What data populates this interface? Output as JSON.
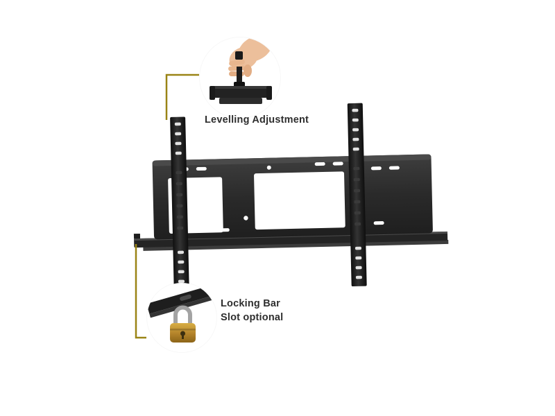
{
  "image": {
    "description_title": "",
    "background_color": "#ffffff"
  },
  "annotations": {
    "levelling": {
      "label": "Levelling Adjustment"
    },
    "locking": {
      "label_line1": "Locking Bar",
      "label_line2": "Slot optional"
    }
  },
  "icons": {
    "hand_inset": "hand-adjusting-levelling-screw-icon",
    "padlock_inset": "brass-padlock-on-locking-bar-icon"
  },
  "colors": {
    "callout_line": "#9a8415",
    "bracket_dark": "#232323",
    "bracket_light_edge": "#4a4a4a",
    "padlock_body": "#c79a33",
    "hand_skin": "#ecbf9b",
    "label_text": "#2e2e2e"
  }
}
